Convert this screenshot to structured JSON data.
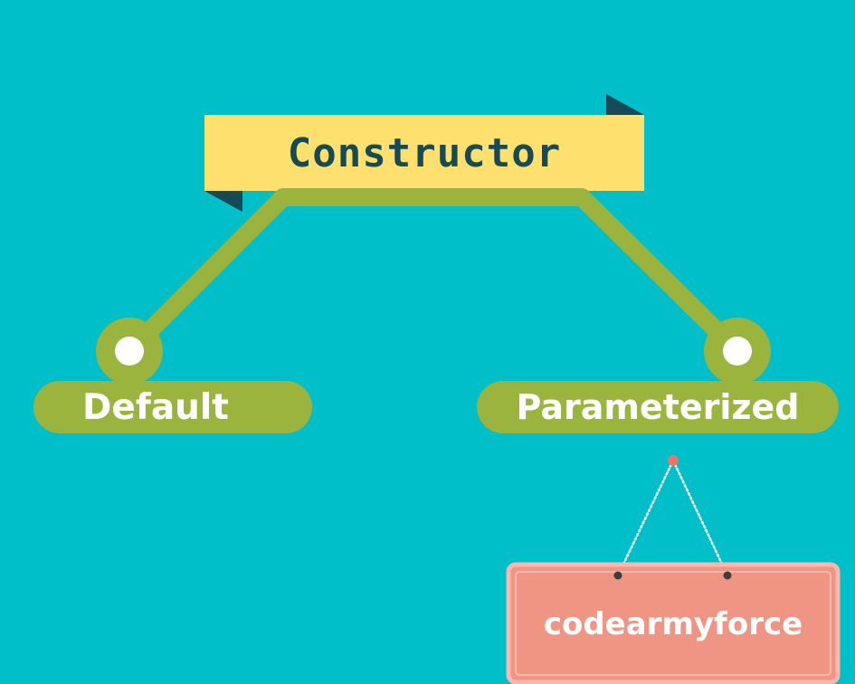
{
  "diagram": {
    "title": "Constructor",
    "children": [
      "Default",
      "Parameterized"
    ],
    "sign": "codearmyforce"
  },
  "colors": {
    "background": "#00bfc8",
    "banner": "#fde06e",
    "banner_fold": "#164a55",
    "title_text": "#164a55",
    "connector": "#9bb43e",
    "node_dot": "#ffffff",
    "sign_fill": "#f09584",
    "sign_border": "#fbb7ab",
    "sign_pin": "#e8776a",
    "string": "#ffffff"
  }
}
